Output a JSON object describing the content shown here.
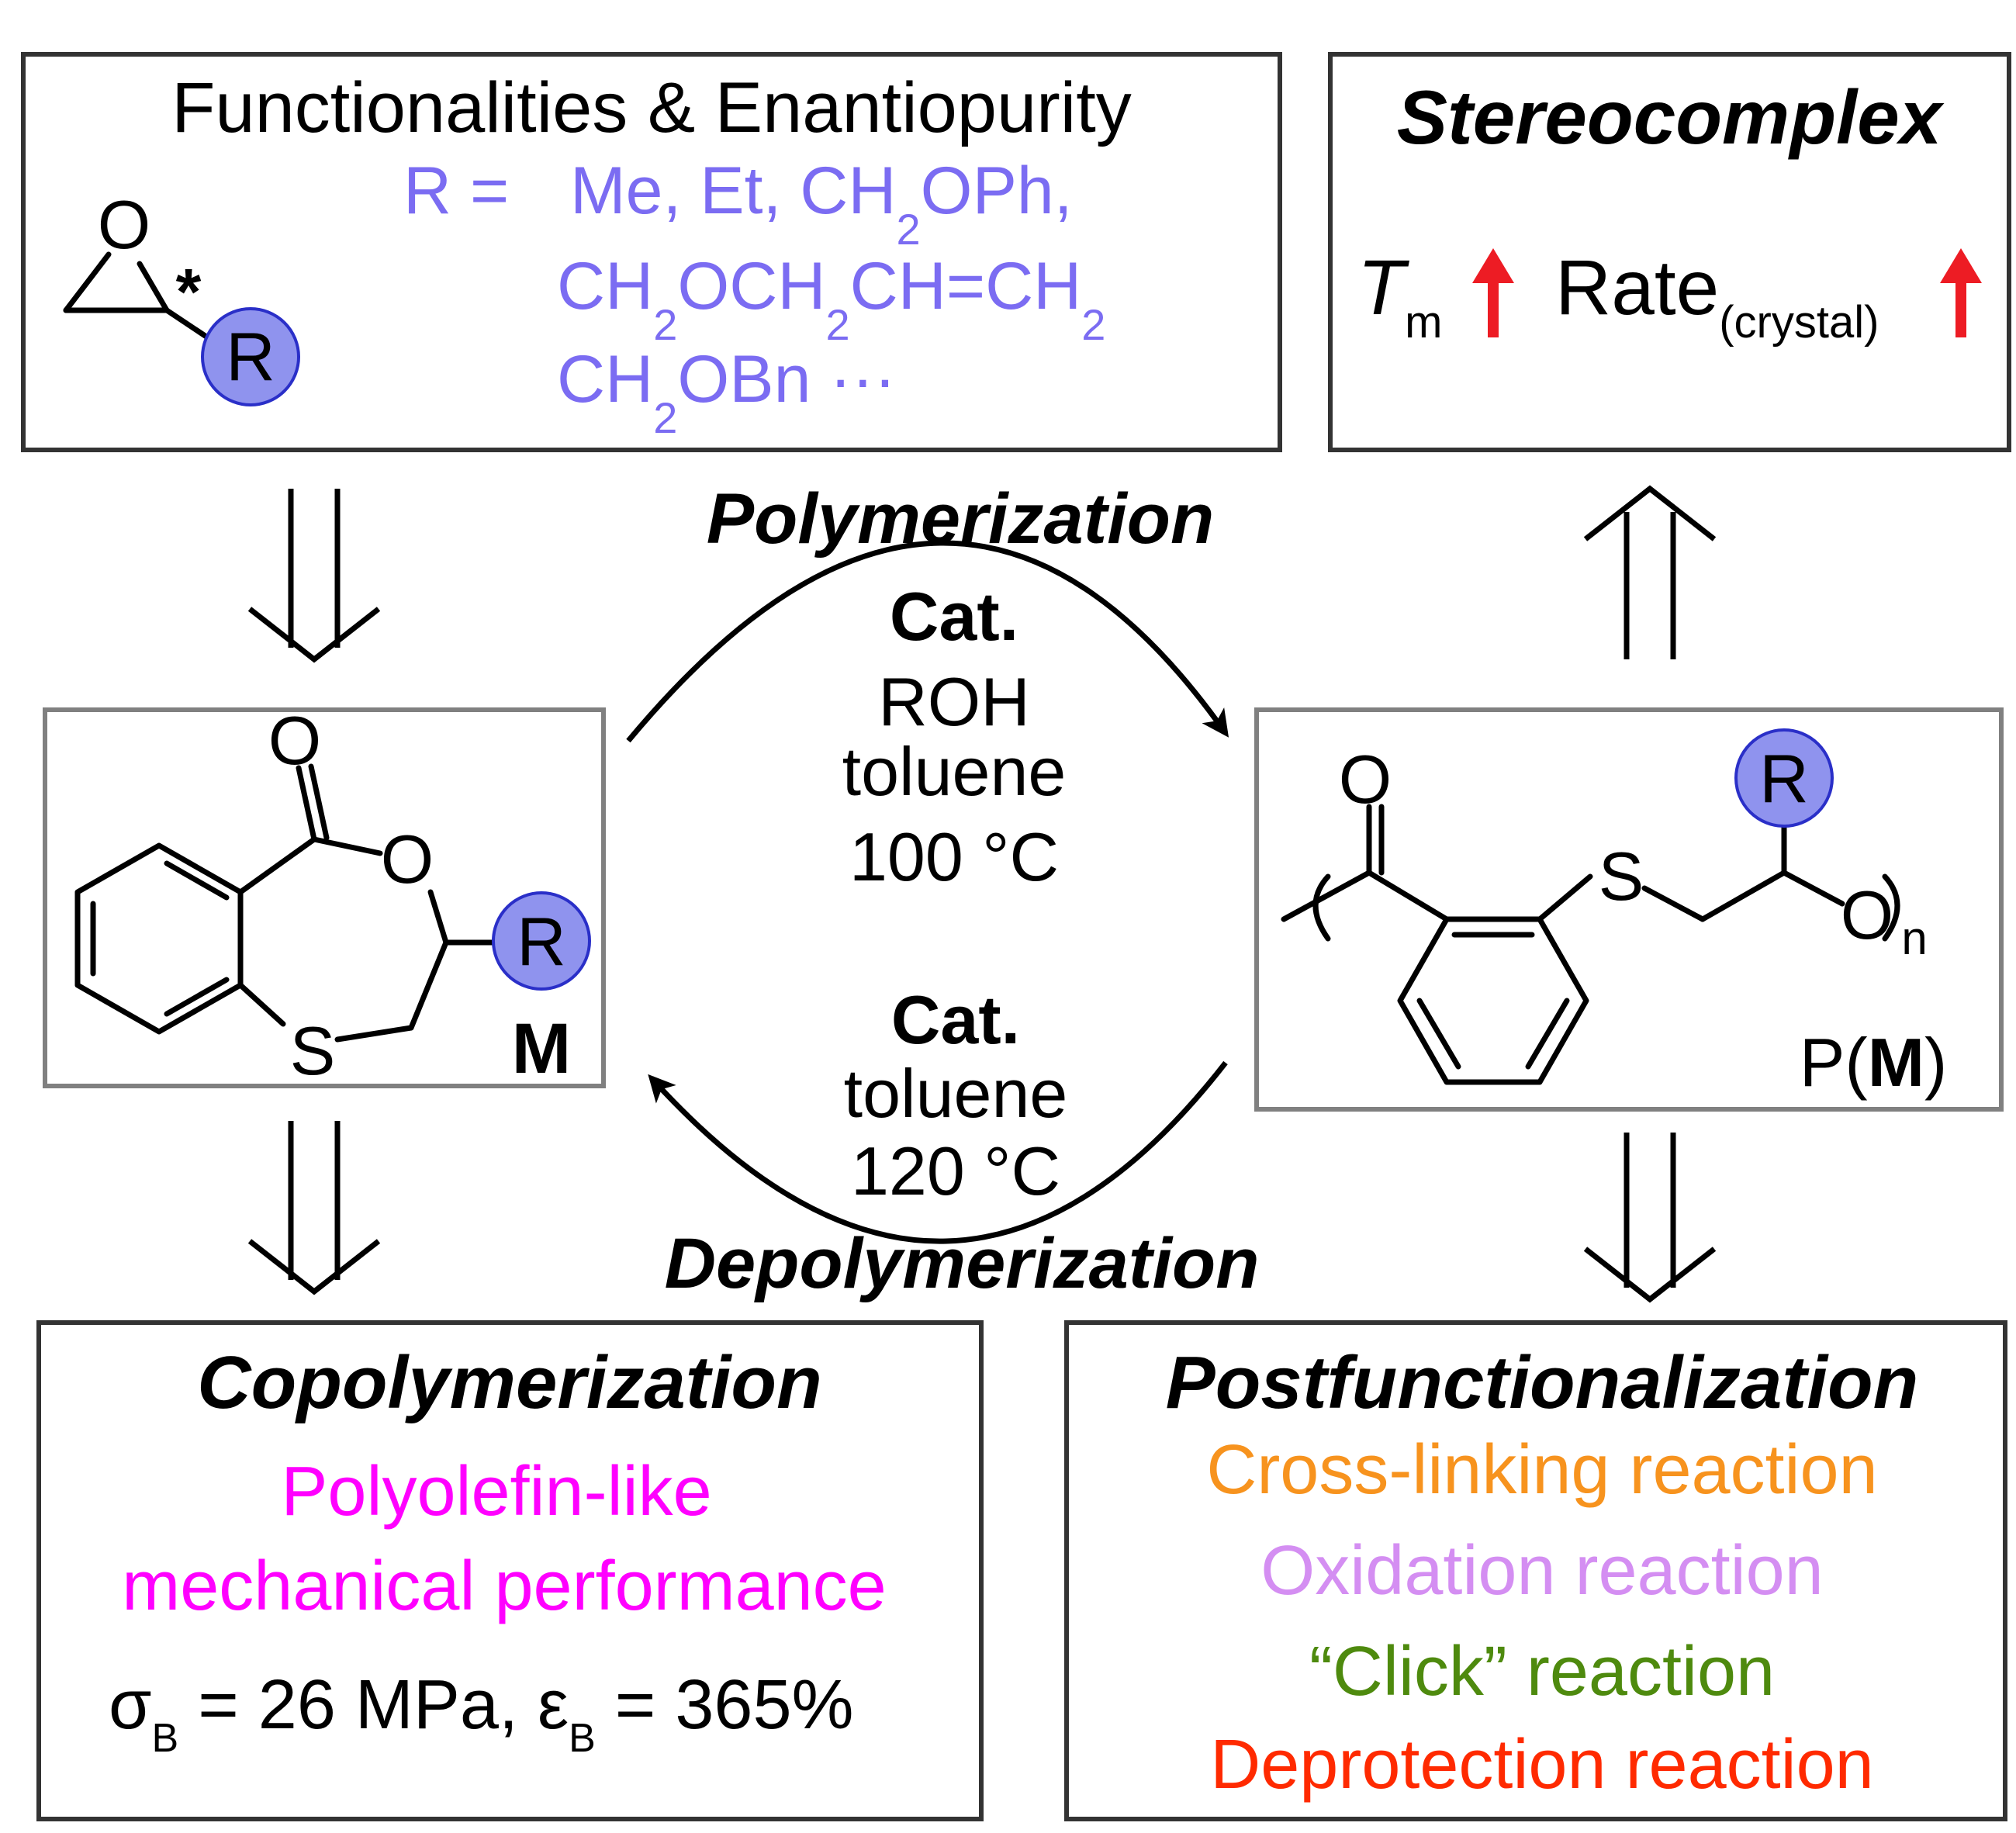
{
  "top_left": {
    "title": "Functionalities & Enantiopurity",
    "r_label": "R",
    "star": "*",
    "oxygen": "O",
    "r_prefix": "R = ",
    "line1_a": "Me, Et, CH",
    "line1_sub": "2",
    "line1_b": "OPh,",
    "line2_a": "CH",
    "line2_sub1": "2",
    "line2_b": "OCH",
    "line2_sub2": "2",
    "line2_c": "CH=CH",
    "line2_sub3": "2",
    "line3_a": "CH",
    "line3_sub": "2",
    "line3_b": "OBn ···"
  },
  "top_right": {
    "title": "Stereocomplex",
    "tm_main": "T",
    "tm_sub": "m",
    "rate_main": "Rate",
    "rate_sub": "(crystal)"
  },
  "cycle": {
    "polymerization": "Polymerization",
    "depolymerization": "Depolymerization",
    "forward": {
      "cat": "Cat.",
      "line1": "ROH",
      "line2": "toluene",
      "line3": "100 °C"
    },
    "reverse": {
      "cat": "Cat.",
      "line1": "toluene",
      "line2": "120 °C"
    }
  },
  "monomer": {
    "o_carbonyl": "O",
    "o_ring": "O",
    "s": "S",
    "r": "R",
    "label": "M"
  },
  "polymer": {
    "o_carbonyl": "O",
    "s": "S",
    "o_chain": "O",
    "r": "R",
    "n": "n",
    "label_prefix": "P(",
    "label_bold": "M",
    "label_suffix": ")"
  },
  "bottom_left": {
    "title": "Copolymerization",
    "line1": "Polyolefin-like",
    "line2": "mechanical performance",
    "sigma": "σ",
    "sigma_sub": "B",
    "mid": " = 26 MPa, ",
    "eps": "ε",
    "eps_sub": "B",
    "end": " = 365%"
  },
  "bottom_right": {
    "title": "Postfunctionalization",
    "items": [
      "Cross-linking reaction",
      "Oxidation reaction",
      "“Click” reaction",
      "Deprotection reaction"
    ]
  },
  "colors": {
    "blue_text": "#7b6cf2",
    "magenta": "#ff00ff",
    "orange": "#f7931e",
    "violet": "#d48ef2",
    "green": "#4e8a0e",
    "red": "#ff2a00",
    "up_arrow": "#ed1c24",
    "ball_fill": "#8f93ee"
  }
}
